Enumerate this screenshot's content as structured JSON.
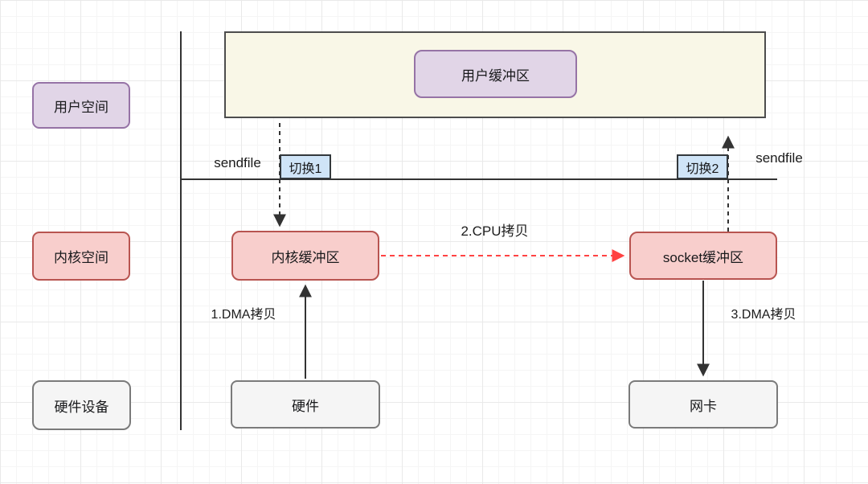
{
  "colors": {
    "purple_fill": "#e1d5e7",
    "purple_border": "#9673a6",
    "red_fill": "#f8cecc",
    "red_border": "#b85450",
    "gray_fill": "#f5f5f5",
    "gray_border": "#7a7a7a",
    "blue_fill": "#cfe4f7",
    "blue_border": "#33383c",
    "yellow_fill": "#f9f7e7",
    "frame_border": "#4d4d4d",
    "line_color": "#333333",
    "cpu_arrow": "#ff4242"
  },
  "lanes": {
    "user_space": {
      "label": "用户空间"
    },
    "kernel_space": {
      "label": "内核空间"
    },
    "hardware_devices": {
      "label": "硬件设备"
    }
  },
  "nodes": {
    "user_buffer": {
      "label": "用户缓冲区"
    },
    "kernel_buffer": {
      "label": "内核缓冲区"
    },
    "socket_buffer": {
      "label": "socket缓冲区"
    },
    "hardware": {
      "label": "硬件"
    },
    "nic": {
      "label": "网卡"
    }
  },
  "switches": {
    "switch1": {
      "label": "切换1"
    },
    "switch2": {
      "label": "切换2"
    }
  },
  "syscalls": {
    "sendfile_left": "sendfile",
    "sendfile_right": "sendfile"
  },
  "arrows": {
    "dma1": {
      "label": "1.DMA拷贝"
    },
    "cpu2": {
      "label": "2.CPU拷贝"
    },
    "dma3": {
      "label": "3.DMA拷贝"
    }
  }
}
